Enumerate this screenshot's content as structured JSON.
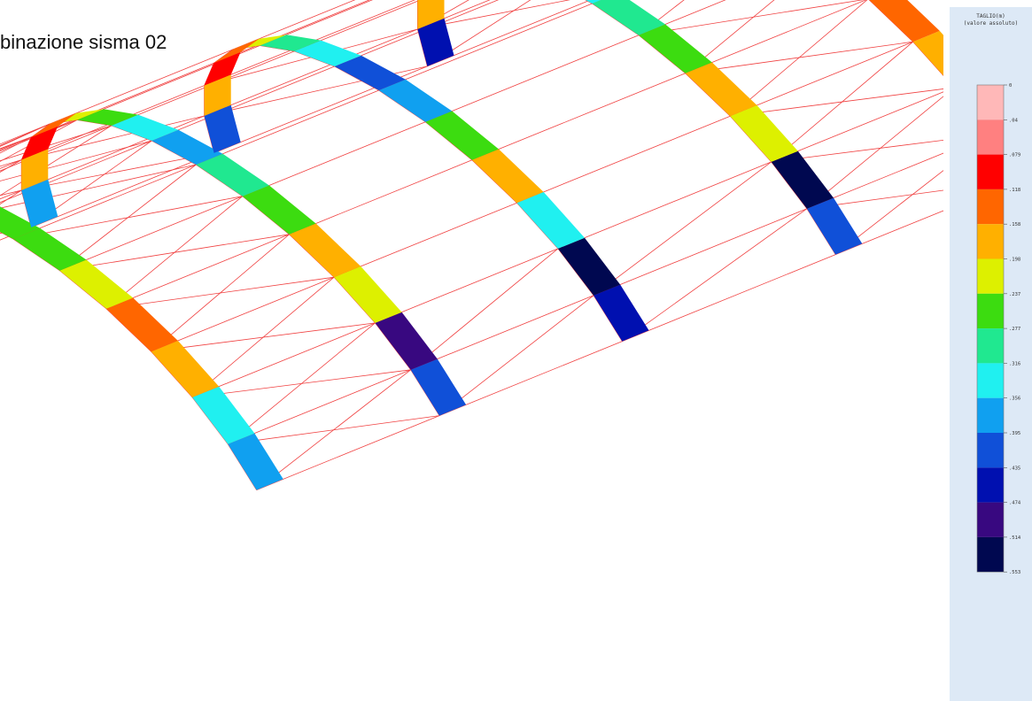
{
  "title": "binazione sisma 02",
  "legend": {
    "title_line1": "TAGLIO(m)",
    "title_line2": "(valore assoluto)",
    "ticks": [
      "0",
      ".04",
      ".079",
      ".118",
      ".158",
      ".198",
      ".237",
      ".277",
      ".316",
      ".356",
      ".395",
      ".435",
      ".474",
      ".514",
      ".553"
    ],
    "colors": [
      "#ffb8b8",
      "#ff8080",
      "#ff0000",
      "#ff6600",
      "#ffb000",
      "#ddf000",
      "#3cdc10",
      "#20e890",
      "#20f0f0",
      "#10a0f0",
      "#1050d8",
      "#0010b0",
      "#380880",
      "#000850"
    ]
  },
  "colors": {
    "truss": "#f04040",
    "background": "#ffffff",
    "legend_panel": "#dde9f6"
  }
}
